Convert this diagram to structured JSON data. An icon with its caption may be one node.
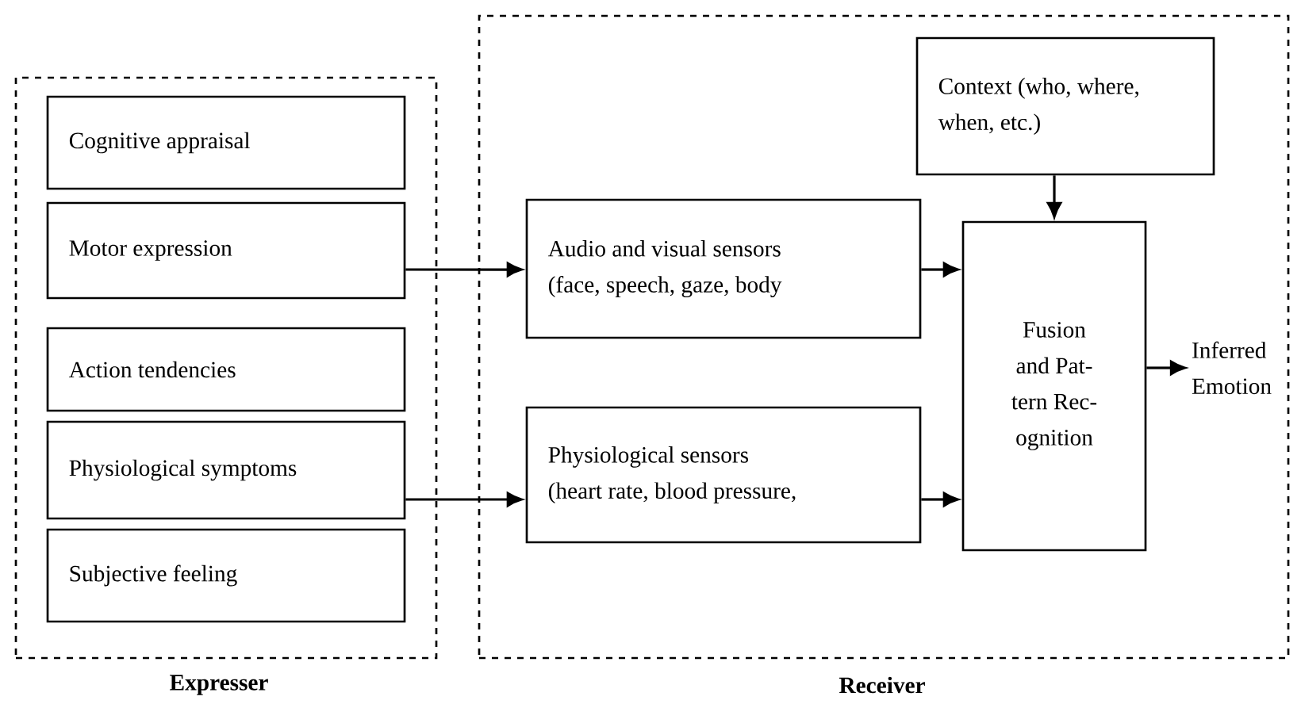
{
  "diagram": {
    "nodes": [
      {
        "text": [
          "Expresser"
        ]
      },
      {
        "text": [
          "Cognitive appraisal"
        ],
        "in": 0
      },
      {
        "text": [
          "Motor expression"
        ],
        "in": 0
      },
      {
        "text": [
          "Action tendencies"
        ],
        "in": 0
      },
      {
        "text": [
          "Physiological symptoms"
        ],
        "in": 0
      },
      {
        "text": [
          "Subjective feeling"
        ],
        "in": 0
      },
      {
        "text": [
          "Receiver"
        ]
      },
      {
        "text": [
          "Context (who, where, when, etc.)"
        ],
        "in": 6
      },
      {
        "text": [
          "Audio and visual sensors (face, speech, gaze, body"
        ],
        "in": 6
      },
      {
        "text": [
          "Physiological sensors (heart rate, blood pressure,"
        ],
        "in": 6
      },
      {
        "text": [
          "Fusion and Pat- tern Rec- ognition"
        ],
        "in": 6
      },
      {
        "text": [
          "Inferred Emotion"
        ],
        "in": 6
      }
    ],
    "edges": [
      {
        "from": 2,
        "to": 8,
        "arrow": "to"
      },
      {
        "from": 4,
        "to": 9,
        "arrow": "to"
      },
      {
        "from": 8,
        "to": 10,
        "arrow": "to"
      },
      {
        "from": 9,
        "to": 10,
        "arrow": "to"
      },
      {
        "from": 7,
        "to": 10,
        "arrow": "to"
      },
      {
        "from": 10,
        "to": 11,
        "arrow": "to"
      }
    ]
  }
}
